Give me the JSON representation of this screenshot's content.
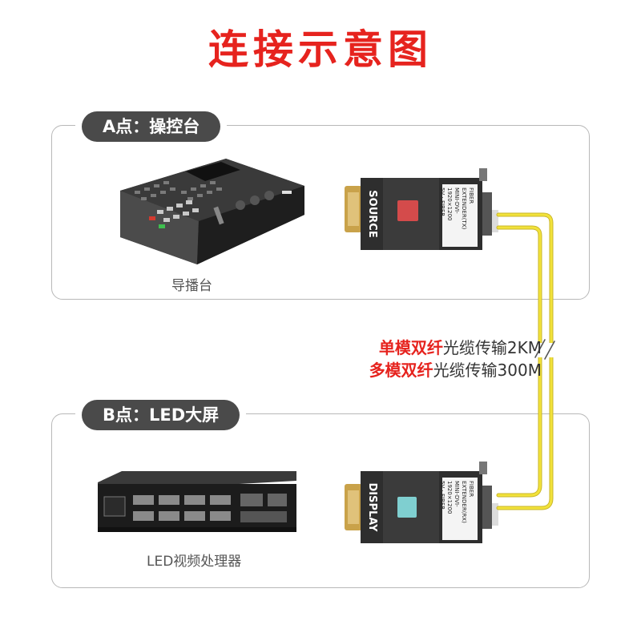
{
  "title": "连接示意图",
  "panel_a": {
    "tag": "A点：操控台",
    "device_caption": "导播台",
    "extender_label": "SOURCE",
    "extender_model_line1": "FIBER EXTENDER(TX)",
    "extender_model_line2": "MINI-DVI-1920×1200",
    "extender_power": "5V",
    "extender_port": "FIBER"
  },
  "panel_b": {
    "tag": "B点：LED大屏",
    "device_caption": "LED视频处理器",
    "extender_label": "DISPLAY",
    "extender_model_line1": "FIBER EXTENDER(RX)",
    "extender_model_line2": "MINI-DVI-1920×1200",
    "extender_power": "5V",
    "extender_port": "FIBER"
  },
  "cable_notes": [
    {
      "highlight": "单模双纤",
      "text": "光缆传输2KM"
    },
    {
      "highlight": "多模双纤",
      "text": "光缆传输300M"
    }
  ],
  "colors": {
    "title": "#e6231e",
    "highlight": "#e6231e",
    "fiber": "#f2e23a",
    "tag_bg": "#4a4a4a"
  }
}
